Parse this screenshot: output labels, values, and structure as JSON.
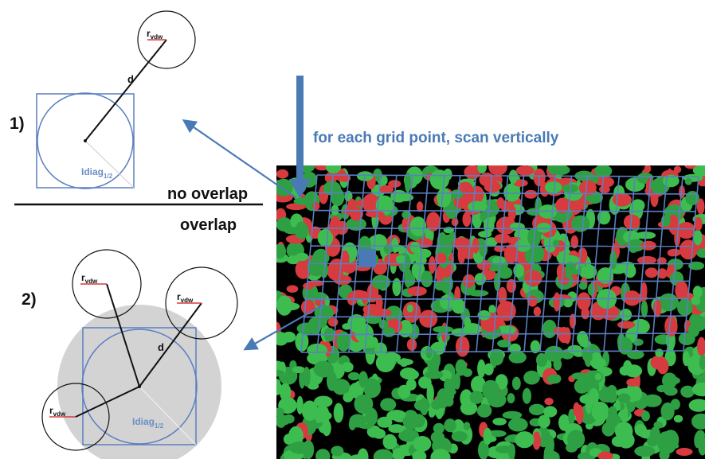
{
  "panel1": {
    "number": "1)",
    "d_label": "d",
    "r_label": "r",
    "r_sub": "vdw",
    "diag_label": "Idiag",
    "diag_sub": "1/2"
  },
  "separator": {
    "top_label": "no overlap",
    "bottom_label": "overlap"
  },
  "scan_label": "for each grid point, scan vertically",
  "panel2": {
    "number": "2)",
    "d_label": "d",
    "r_labels": [
      {
        "text": "r",
        "sub": "vdw"
      },
      {
        "text": "r",
        "sub": "vdw"
      },
      {
        "text": "r",
        "sub": "vdw"
      }
    ],
    "diag_label": "Idiag",
    "diag_sub": "1/2"
  },
  "colors": {
    "accent": "#4a7ab5",
    "grid": "#5b7fc0",
    "surface_green": "#3dbd4f",
    "surface_red": "#d63b3f",
    "background": "#000000",
    "shade": "#d3d3d3"
  }
}
